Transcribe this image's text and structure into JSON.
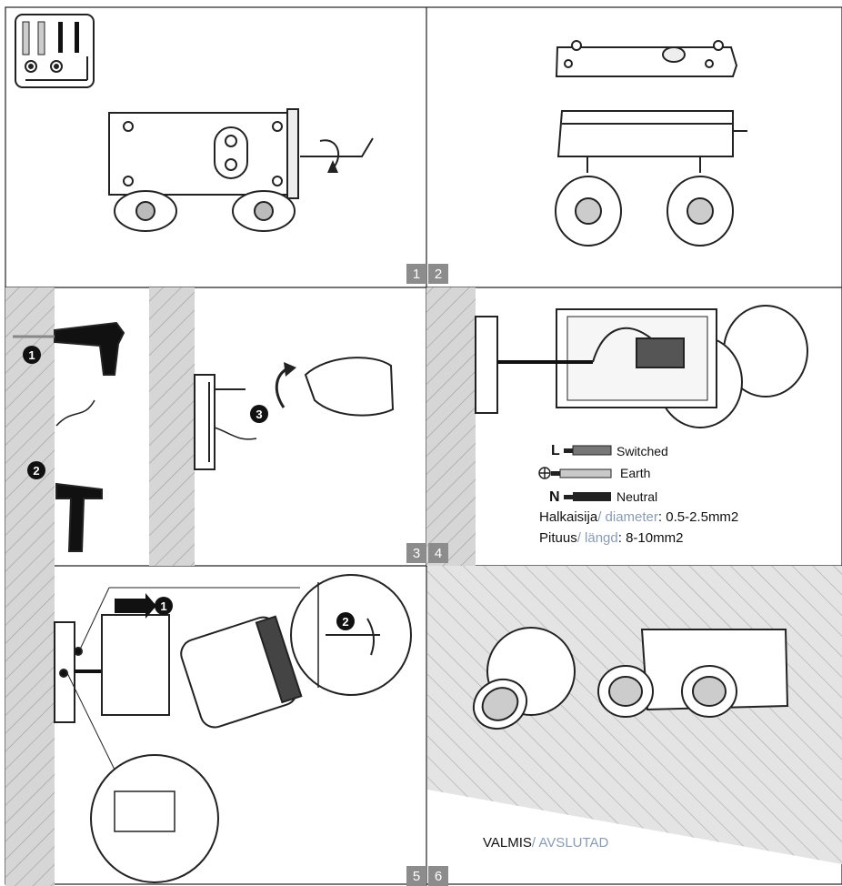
{
  "steps": [
    "1",
    "2",
    "3",
    "4",
    "5",
    "6"
  ],
  "markers": [
    "1",
    "2",
    "3"
  ],
  "wiring": {
    "l_letter": "L",
    "l_label": "Switched",
    "earth_label": "Earth",
    "n_letter": "N",
    "n_label": "Neutral"
  },
  "spec": {
    "diameter_fi": "Halkaisija",
    "diameter_sv": "/ diameter",
    "diameter_value": ": 0.5-2.5mm2",
    "length_fi": "Pituus",
    "length_sv": "/ längd",
    "length_value": ": 8-10mm2"
  },
  "done": {
    "fi": "VALMIS",
    "sv": "/ AVSLUTAD"
  }
}
